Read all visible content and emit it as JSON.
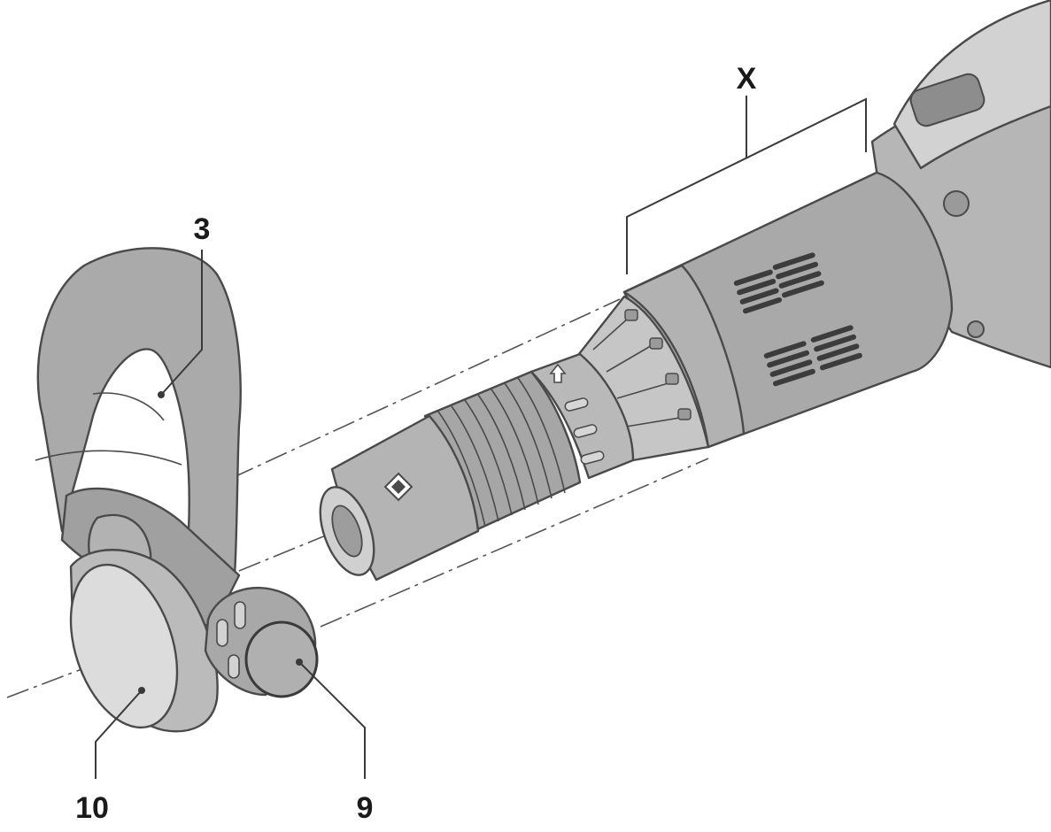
{
  "diagram": {
    "labels": {
      "x": "X",
      "handle": "3",
      "clamp_ring": "10",
      "knob": "9"
    },
    "colors": {
      "body": "#a9a9a9",
      "body_light": "#c4c4c4",
      "body_dark": "#8f8f8f",
      "outline": "#4a4a4a",
      "vents": "#3c3c3c"
    }
  }
}
